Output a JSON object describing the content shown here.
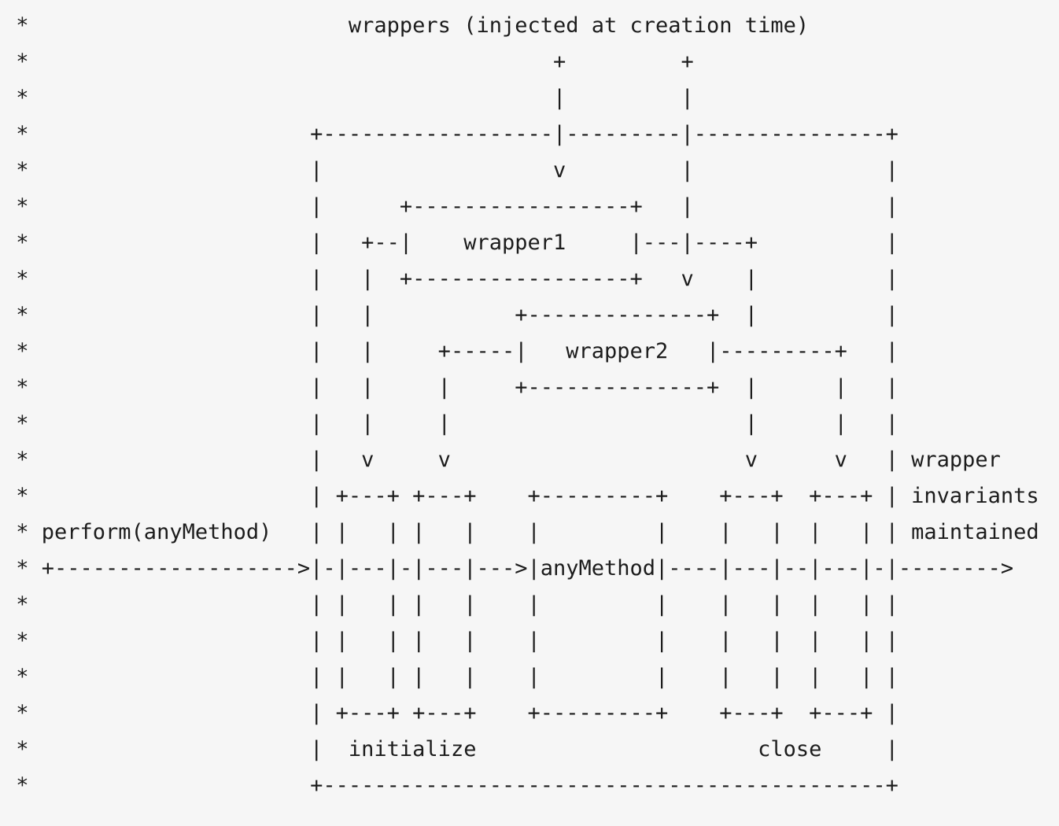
{
  "meta": {
    "background_color": "#f6f6f6",
    "text_color": "#1c1c1c",
    "comment_prefix": "*"
  },
  "diagram": {
    "title": "wrappers (injected at creation time)",
    "labels": {
      "wrapper1": "wrapper1",
      "wrapper2": "wrapper2",
      "any_method_box": "anyMethod",
      "perform_call": "perform(anyMethod)",
      "initialize": "initialize",
      "close": "close",
      "right_note_line1": "wrapper",
      "right_note_line2": "invariants",
      "right_note_line3": "maintained"
    },
    "lines": [
      " *                         wrappers (injected at creation time)",
      " *                                         +         +",
      " *                                         |         |",
      " *                      +------------------|---------|---------------+",
      " *                      |                  v         |               |",
      " *                      |      +-----------------+   |               |",
      " *                      |   +--|    wrapper1     |---|----+          |",
      " *                      |   |  +-----------------+   v    |          |",
      " *                      |   |           +--------------+  |          |",
      " *                      |   |     +-----|   wrapper2   |---------+   |",
      " *                      |   |     |     +--------------+  |      |   |",
      " *                      |   |     |                       |      |   |",
      " *                      |   v     v                       v      v   | wrapper",
      " *                      | +---+ +---+    +---------+    +---+  +---+ | invariants",
      " * perform(anyMethod)   | |   | |   |    |         |    |   |  |   | | maintained",
      " * +------------------->|-|---|-|---|--->|anyMethod|----|---|--|---|-|-------->",
      " *                      | |   | |   |    |         |    |   |  |   | |",
      " *                      | |   | |   |    |         |    |   |  |   | |",
      " *                      | |   | |   |    |         |    |   |  |   | |",
      " *                      | +---+ +---+    +---------+    +---+  +---+ |",
      " *                      |  initialize                      close     |",
      " *                      +--------------------------------------------+"
    ]
  }
}
